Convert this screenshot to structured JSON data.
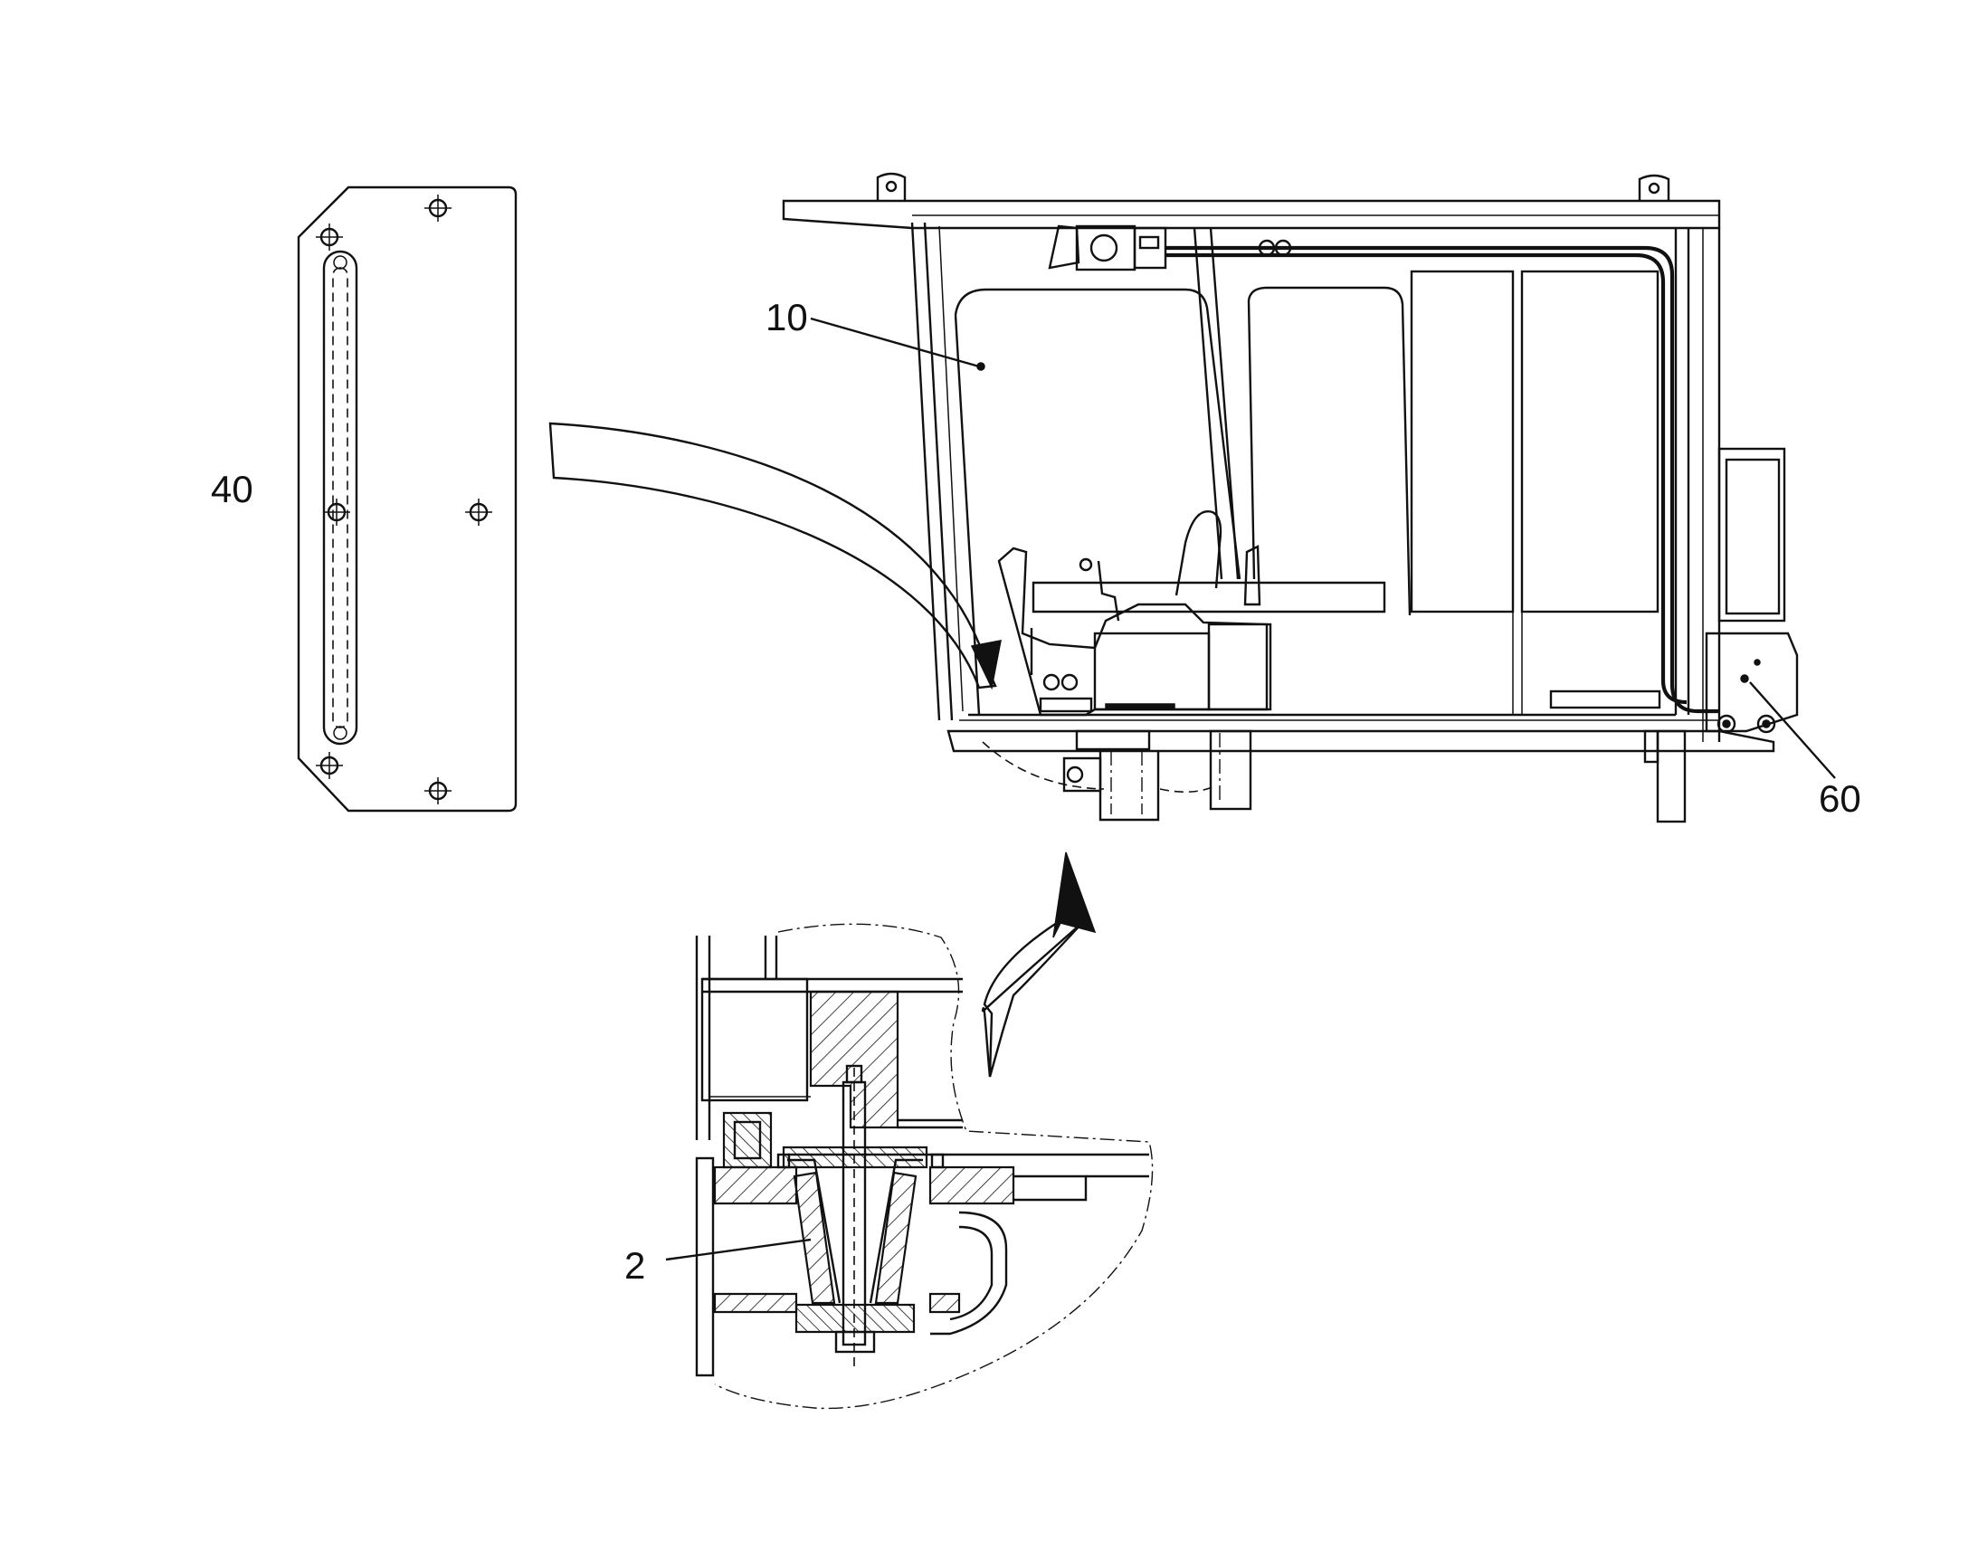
{
  "callouts": {
    "cab": "10",
    "plate": "40",
    "panel": "60",
    "mount": "2"
  }
}
